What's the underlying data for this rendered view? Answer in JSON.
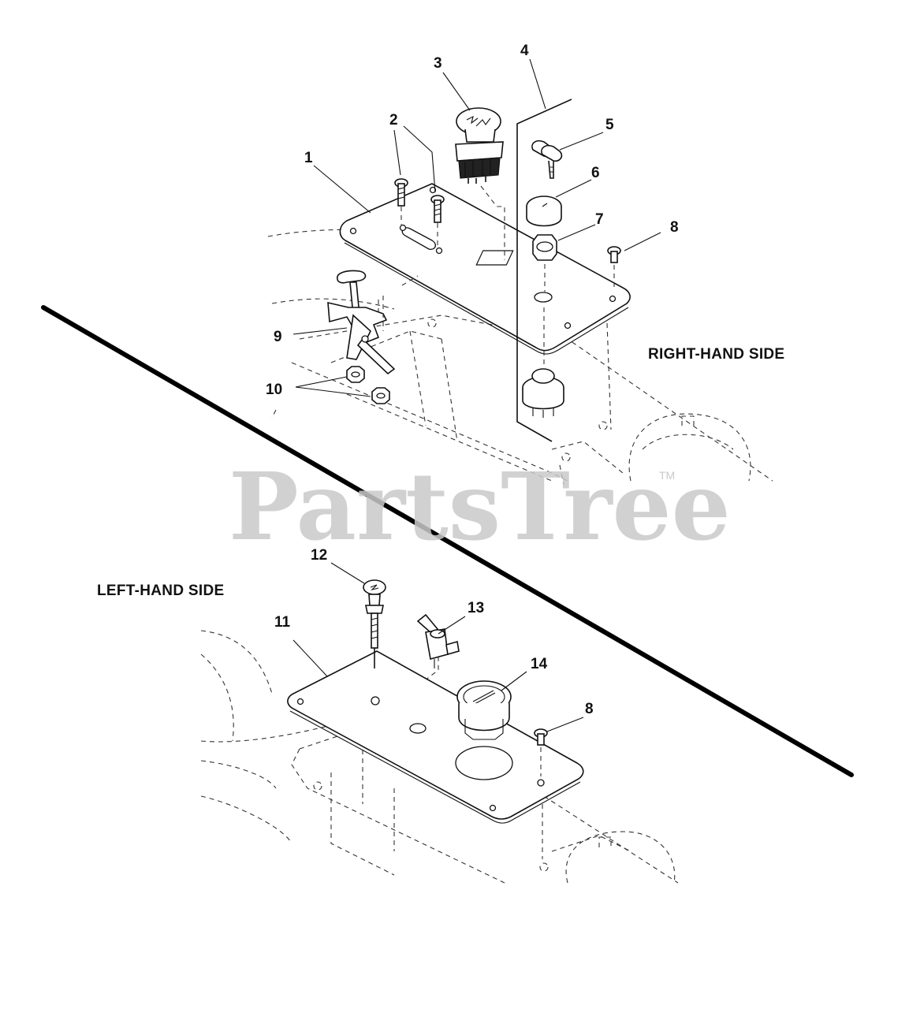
{
  "labels": {
    "right_side": "RIGHT-HAND SIDE",
    "left_side": "LEFT-HAND SIDE"
  },
  "watermark": {
    "text": "PartsTree",
    "trademark": "TM"
  },
  "callouts": [
    {
      "id": "c1",
      "text": "1"
    },
    {
      "id": "c2",
      "text": "2"
    },
    {
      "id": "c3",
      "text": "3"
    },
    {
      "id": "c4",
      "text": "4"
    },
    {
      "id": "c5",
      "text": "5"
    },
    {
      "id": "c6",
      "text": "6"
    },
    {
      "id": "c7",
      "text": "7"
    },
    {
      "id": "c8a",
      "text": "8"
    },
    {
      "id": "c9",
      "text": "9"
    },
    {
      "id": "c10",
      "text": "10"
    },
    {
      "id": "c11",
      "text": "11"
    },
    {
      "id": "c12",
      "text": "12"
    },
    {
      "id": "c13",
      "text": "13"
    },
    {
      "id": "c14",
      "text": "14"
    },
    {
      "id": "c8b",
      "text": "8"
    }
  ]
}
